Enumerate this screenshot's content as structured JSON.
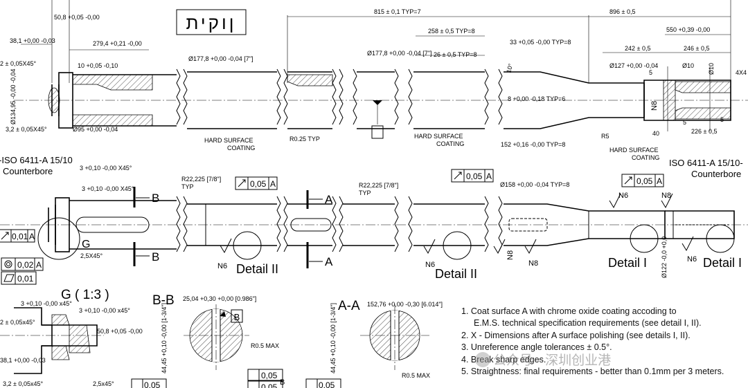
{
  "stamp": "ןוקית",
  "top_view": {
    "dims_top": [
      "50,8 +0,05 -0,00",
      "815 ± 0,1 TYP=7",
      "896 ± 0,5"
    ],
    "dims": [
      "38,1 +0,00 -0,03",
      "279,4 +0,21 -0,00",
      "10 +0,05 -0,10",
      "Ø177,8 +0,00 -0,04 [7\"]",
      "258 ± 0,5 TYP=8",
      "Ø177,8 +0,00 -0,04 [7\"]",
      "33 +0,05 -0,00 TYP=8",
      "26 ± 0,5 TYP=8",
      "550 +0,39 -0,00",
      "242 ± 0,5",
      "246 ± 0,5",
      "Ø127 +0,00 -0,04",
      "Ø10",
      "Ø10",
      "4X4",
      "5",
      "10°",
      "8 +0,00 -0,18 TYP=6",
      "N8",
      "R5",
      "152 +0,16 -0,00 TYP=8",
      "40",
      "5",
      "226 ± 0,5",
      "5",
      "Ø134,95 -0,00 -0,04",
      "3,2 ± 0,05X45°",
      "2 ± 0,05X45°",
      "Ø95 +0,00 -0,04",
      "R0.25 TYP",
      "A"
    ],
    "notes": [
      "HARD SURFACE",
      "COATING",
      "HARD SURFACE",
      "COATING",
      "HARD SURFACE",
      "COATING"
    ]
  },
  "middle_view": {
    "labels": [
      "-ISO 6411-A 15/10",
      "Counterbore",
      "ISO 6411-A 15/10-",
      "Counterbore"
    ],
    "dims": [
      "3 +0,10 -0,00 X45°",
      "3 +0,10 -0,00 X45°",
      "R22,225 [7/8\"]",
      "TYP",
      "R22,225 [7/8\"]",
      "TYP",
      "Ø158 +0,00 -0,04 TYP=8",
      "2,5X45°",
      "Ø122 -0,0 +0,0"
    ],
    "tolerances": [
      "0,05",
      "A",
      "0,05",
      "A",
      "0,05",
      "A",
      "0,01",
      "A",
      "0,02",
      "A",
      "0,01"
    ],
    "section_marks": [
      "B",
      "B",
      "A",
      "A"
    ],
    "finish": [
      "N6",
      "N6",
      "N6",
      "N8",
      "N8",
      "N6",
      "N8"
    ],
    "details": [
      "Detail II",
      "Detail II",
      "Detail I",
      "Detail I"
    ],
    "g_label": "G"
  },
  "bottom": {
    "g_title": "G  ( 1:3 )",
    "g_dims": [
      "3 +0,10 -0,00 x45°",
      "3 +0,10 -0,00 x45°",
      "2 ± 0,05x45°",
      "50,8 +0,05 -0,00",
      "38,1 +0,00 -0,03",
      "3,2 ± 0,05x45°",
      "2,5x45°"
    ],
    "bb_title": "B-B",
    "bb_dims": [
      "25,04 +0,30 +0,00 [0.986\"]",
      "44,45 +0,10 -0,00 [1-3/4\"]",
      "R0.5 MAX",
      "B",
      "0,05",
      "0,05",
      "0,05",
      "B"
    ],
    "aa_title": "A-A",
    "aa_dims": [
      "152,76 +0,00 -0,30 [6.014\"]",
      "44,45 +0,10 -0,00 [1-3/4\"]",
      "R0.5 MAX",
      "0,05"
    ]
  },
  "notes": [
    "1. Coat surface A with chrome oxide coating accoding to",
    "    E.M.S. technical  specification requirements (see detail I, II).",
    "2. X - Dimensions after A surface polishing (see details I, II).",
    "3. Unreference angle tolerances ± 0.5°.",
    "4. Break sharp edges.",
    "5. Straightness: final requirements - better than 0.1mm per 3 meters."
  ],
  "watermark": "公众号 · 深圳创业港"
}
